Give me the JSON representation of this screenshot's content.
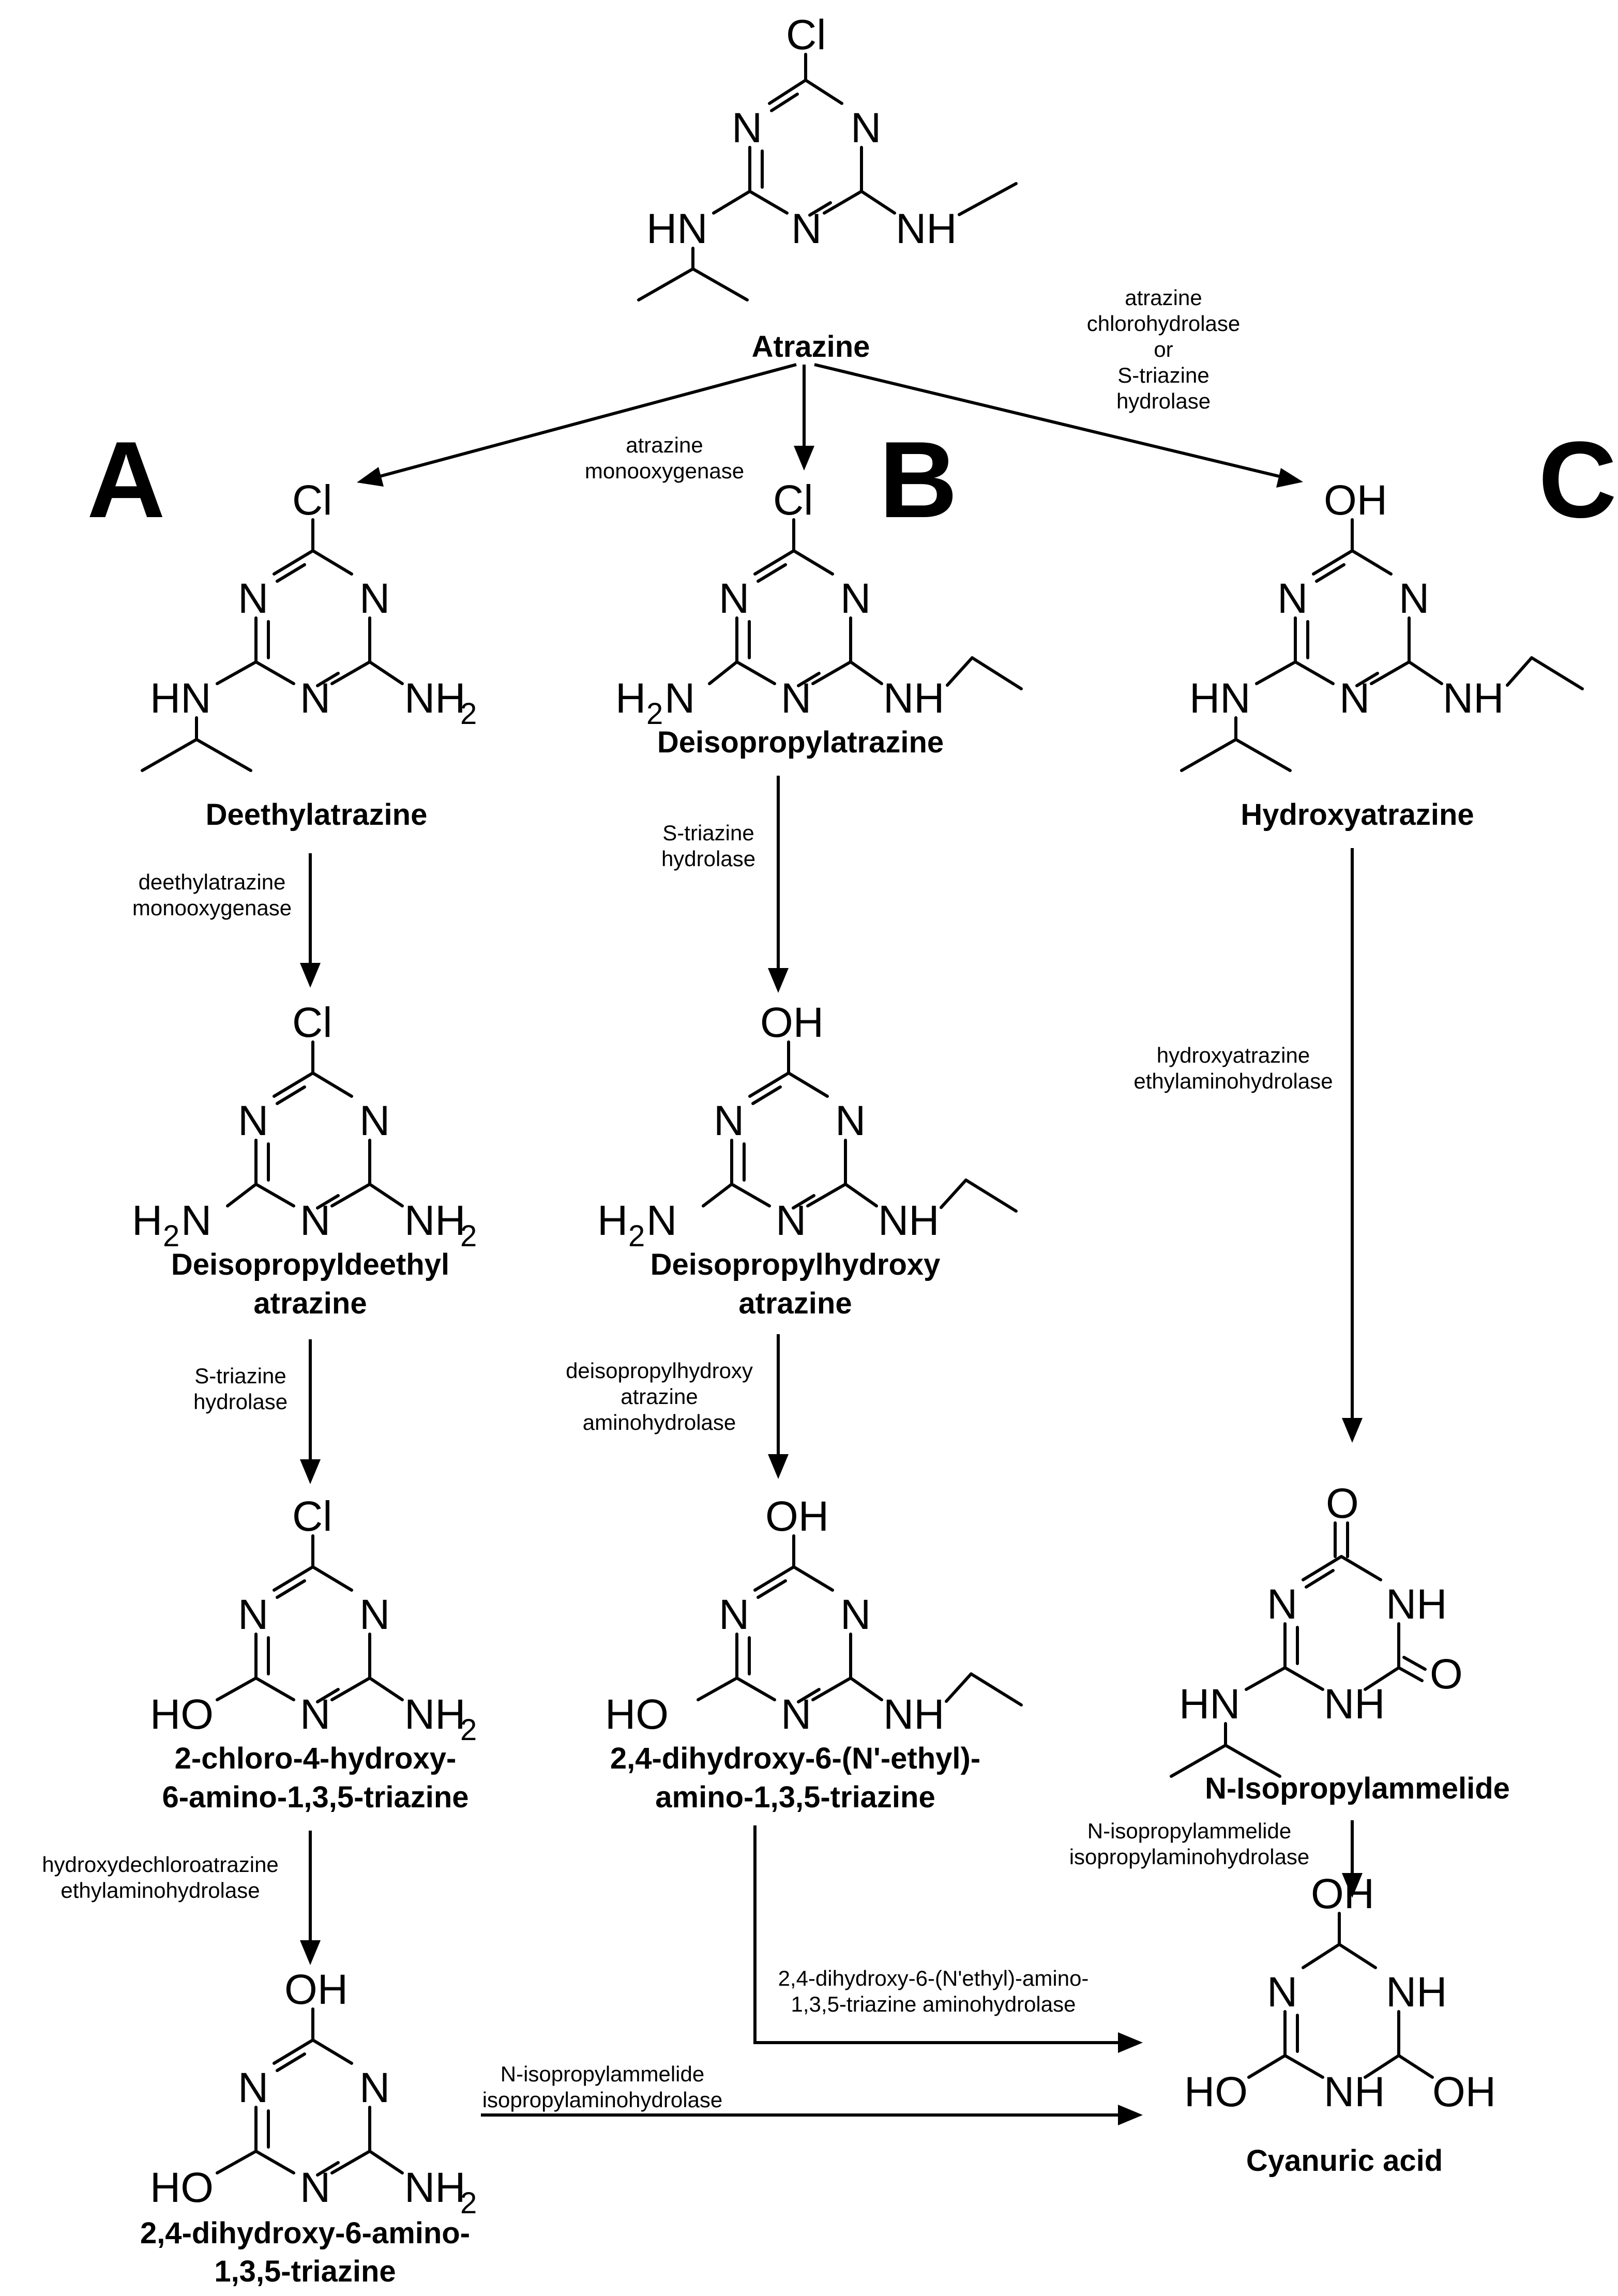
{
  "pathways": {
    "a": "A",
    "b": "B",
    "c": "C"
  },
  "compounds": {
    "atrazine": "Atrazine",
    "deethylatrazine": "Deethylatrazine",
    "deisopropylatrazine": "Deisopropylatrazine",
    "hydroxyatrazine": "Hydroxyatrazine",
    "deisopropyldeethyl_1": "Deisopropyldeethyl",
    "deisopropyldeethyl_2": "atrazine",
    "deisopropylhydroxy_1": "Deisopropylhydroxy",
    "deisopropylhydroxy_2": "atrazine",
    "chloro_hydroxy_1": "2-chloro-4-hydroxy-",
    "chloro_hydroxy_2": "6-amino-1,3,5-triazine",
    "dihydroxy_ethyl_1": "2,4-dihydroxy-6-(N'-ethyl)-",
    "dihydroxy_ethyl_2": "amino-1,3,5-triazine",
    "dihydroxy_amino_1": "2,4-dihydroxy-6-amino-",
    "dihydroxy_amino_2": "1,3,5-triazine",
    "n_isopropylammelide": "N-Isopropylammelide",
    "cyanuric_acid": "Cyanuric acid"
  },
  "enzymes": {
    "atrazine_monooxygenase_1": "atrazine",
    "atrazine_monooxygenase_2": "monooxygenase",
    "chlorohydrolase_1": "atrazine",
    "chlorohydrolase_2": "chlorohydrolase",
    "chlorohydrolase_3": "or",
    "chlorohydrolase_4": "S-triazine",
    "chlorohydrolase_5": "hydrolase",
    "deethyl_mono_1": "deethylatrazine",
    "deethyl_mono_2": "monooxygenase",
    "striazine_b_1": "S-triazine",
    "striazine_b_2": "hydrolase",
    "hydroxy_ethylamino_1": "hydroxyatrazine",
    "hydroxy_ethylamino_2": "ethylaminohydrolase",
    "striazine_a_1": "S-triazine",
    "striazine_a_2": "hydrolase",
    "deiso_amino_1": "deisopropylhydroxy",
    "deiso_amino_2": "atrazine",
    "deiso_amino_3": "aminohydrolase",
    "hydroxydechloro_1": "hydroxydechloroatrazine",
    "hydroxydechloro_2": "ethylaminohydrolase",
    "isopropylammelide_c_1": "N-isopropylammelide",
    "isopropylammelide_c_2": "isopropylaminohydrolase",
    "dihydroxy_aminohydrolase_1": "2,4-dihydroxy-6-(N'ethyl)-amino-",
    "dihydroxy_aminohydrolase_2": "1,3,5-triazine aminohydrolase",
    "isopropylammelide_a_1": "N-isopropylammelide",
    "isopropylammelide_a_2": "isopropylaminohydrolase"
  },
  "atoms": {
    "cl": "Cl",
    "n": "N",
    "nh": "NH",
    "hn": "HN",
    "oh": "OH",
    "ho": "HO",
    "o": "O",
    "h": "H",
    "two": "2"
  }
}
